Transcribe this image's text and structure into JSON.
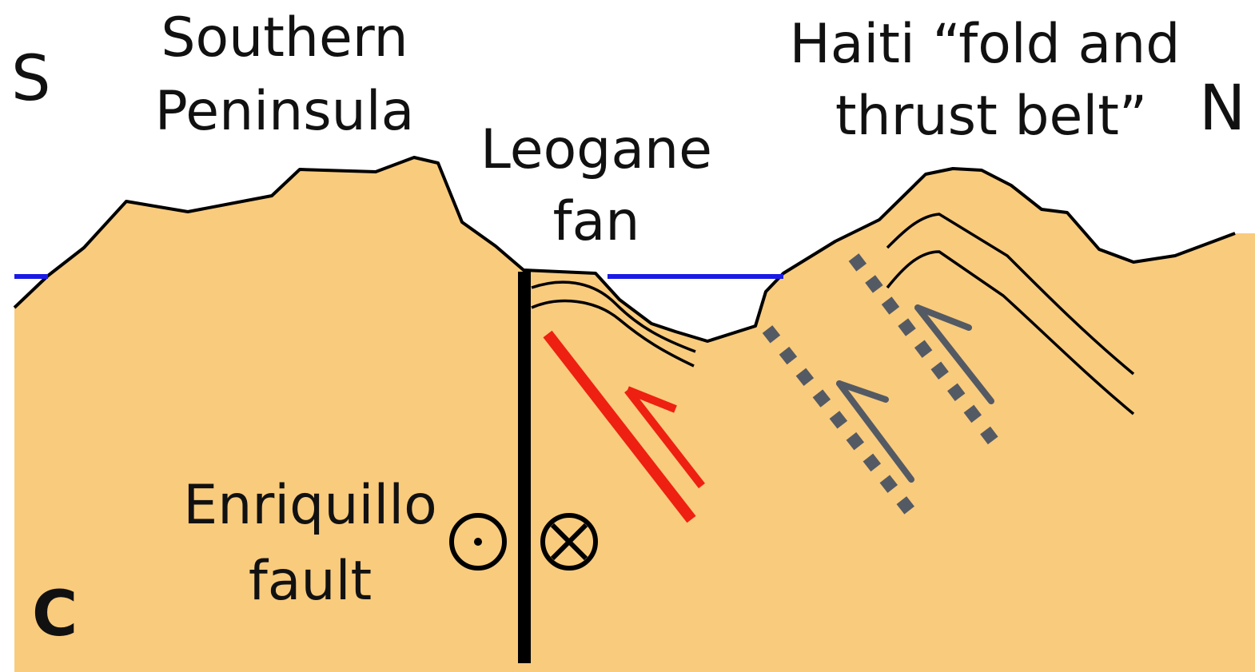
{
  "labels": {
    "south": "S",
    "north": "N",
    "panel": "C",
    "southern_peninsula": [
      "Southern",
      "Peninsula"
    ],
    "leogane_fan": [
      "Leogane",
      "fan"
    ],
    "fold_thrust_belt": [
      "Haiti “fold and",
      "thrust belt”"
    ],
    "enriquillo_fault": [
      "Enriquillo",
      "fault"
    ]
  },
  "colors": {
    "land": "#F9CB7D",
    "water_line": "#1A1AE6",
    "thrust": "#EE2011",
    "thrust_dotted": "#545A63",
    "outline": "#000000"
  },
  "symbols": {
    "out_of_page": "circle-dot-icon",
    "into_page": "circle-cross-icon"
  }
}
